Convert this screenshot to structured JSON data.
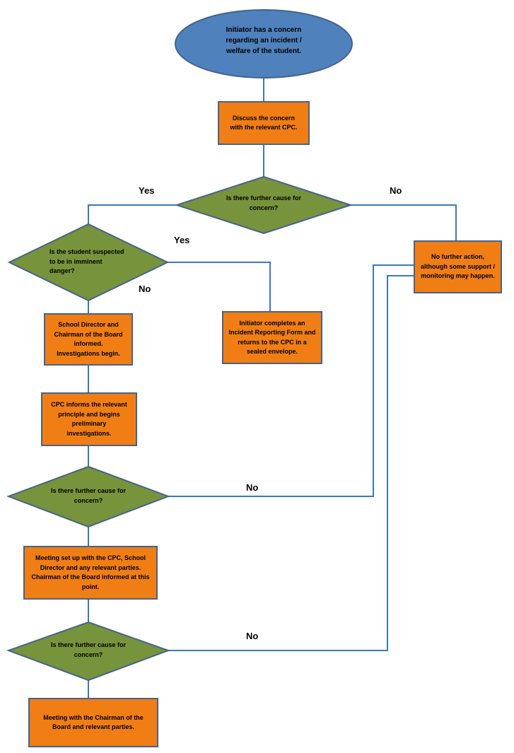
{
  "colors": {
    "ellipse_fill": "#4f81bd",
    "process_fill": "#f07e15",
    "decision_fill": "#77933c",
    "border": "#45638c",
    "connector": "#3b78bd"
  },
  "nodes": {
    "start": "Initiator has a concern regarding an incident / welfare of the student.",
    "discuss": "Discuss the concern with the relevant CPC.",
    "decision1": "Is there further cause for concern?",
    "no_further_action": "No further action, although some support / monitoring may happen.",
    "decision_danger": "Is the student suspected to be in imminent danger?",
    "incident_form": "Initiator completes an Incident Reporting Form and returns to the CPC in a sealed envelope.",
    "director_informed": "School Director and Chairman of the Board informed. Investigations begin.",
    "cpc_informs": "CPC informs the relevant principle and begins preliminary investigations.",
    "decision2": "Is there further cause for concern?",
    "meeting_setup": "Meeting set up with the CPC, School Director and any relevant parties. Chairman of the Board informed at this point.",
    "decision3": "Is there further cause for concern?",
    "meeting_chairman": "Meeting with the Chairman of the Board and relevant parties."
  },
  "labels": {
    "d1_yes": "Yes",
    "d1_no": "No",
    "danger_yes": "Yes",
    "danger_no": "No",
    "d2_no": "No",
    "d3_no": "No"
  }
}
